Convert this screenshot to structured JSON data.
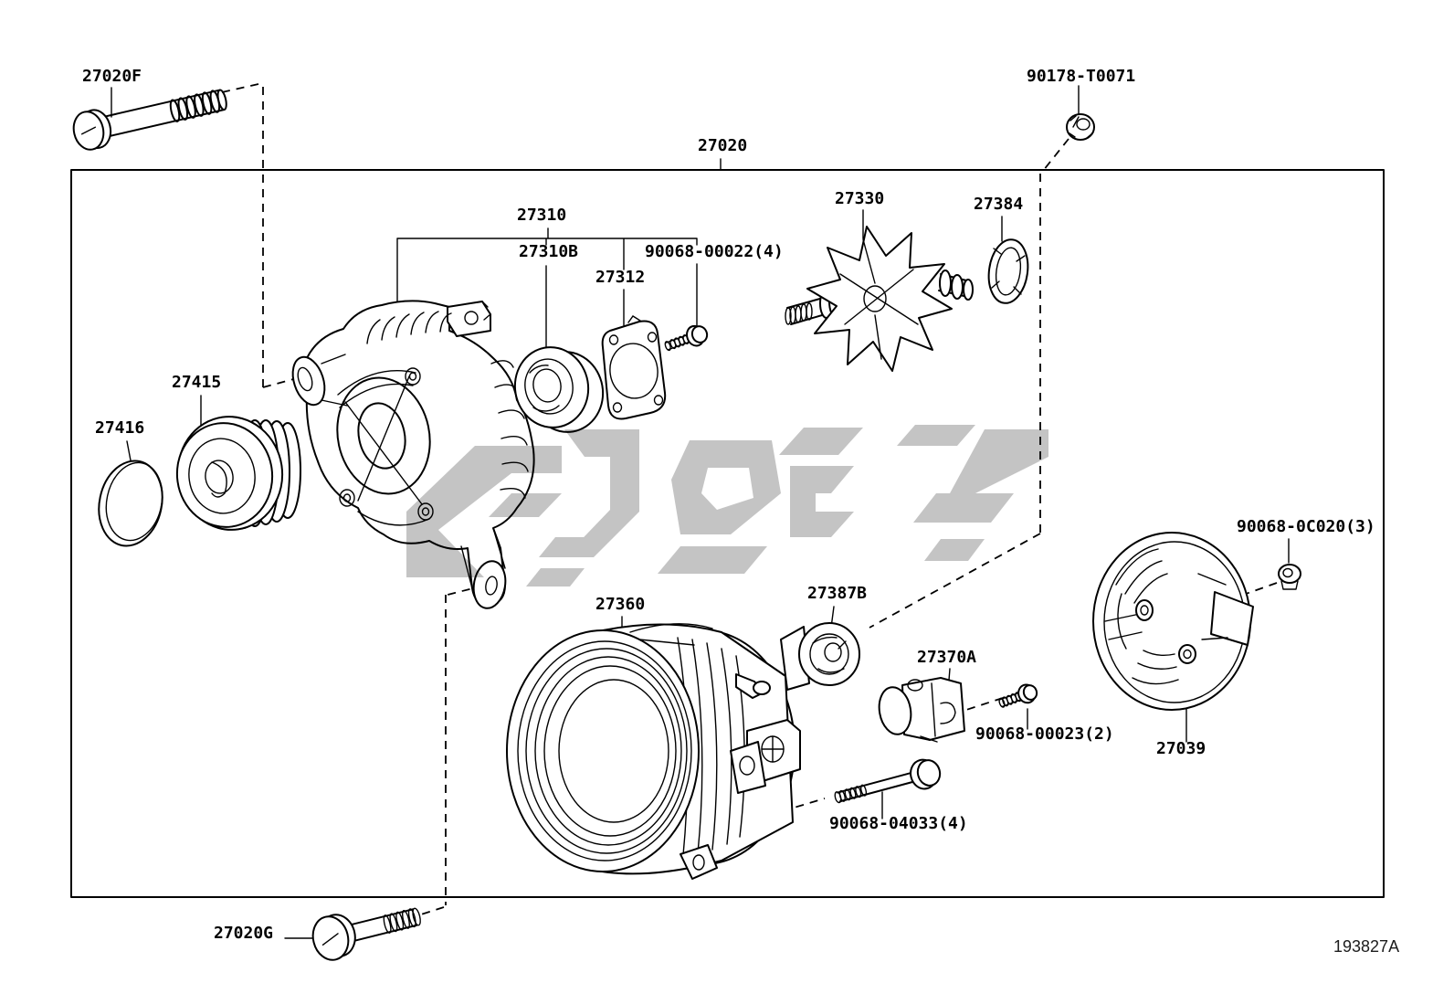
{
  "figure": {
    "assembly_number": "27020",
    "figure_code": "193827A"
  },
  "callouts": {
    "bolt_27020f": "27020F",
    "nut_90178_t0071": "90178-T0071",
    "alternator_assy_27020": "27020",
    "frame_27310": "27310",
    "bearing_27310b": "27310B",
    "retainer_27312": "27312",
    "screw_90068_00022": "90068-00022(4)",
    "rotor_27330": "27330",
    "ring_27384": "27384",
    "pulley_27415": "27415",
    "cap_27416": "27416",
    "stator_27360": "27360",
    "cover_27387b": "27387B",
    "holder_27370a": "27370A",
    "nut_90068_0c020": "90068-0C020(3)",
    "screw_90068_00023": "90068-00023(2)",
    "cover_27039": "27039",
    "bolt_90068_04033": "90068-04033(4)",
    "bolt_27020g": "27020G"
  },
  "colors": {
    "line": "#000000",
    "background": "#ffffff",
    "watermark": "#c4c4c4"
  }
}
